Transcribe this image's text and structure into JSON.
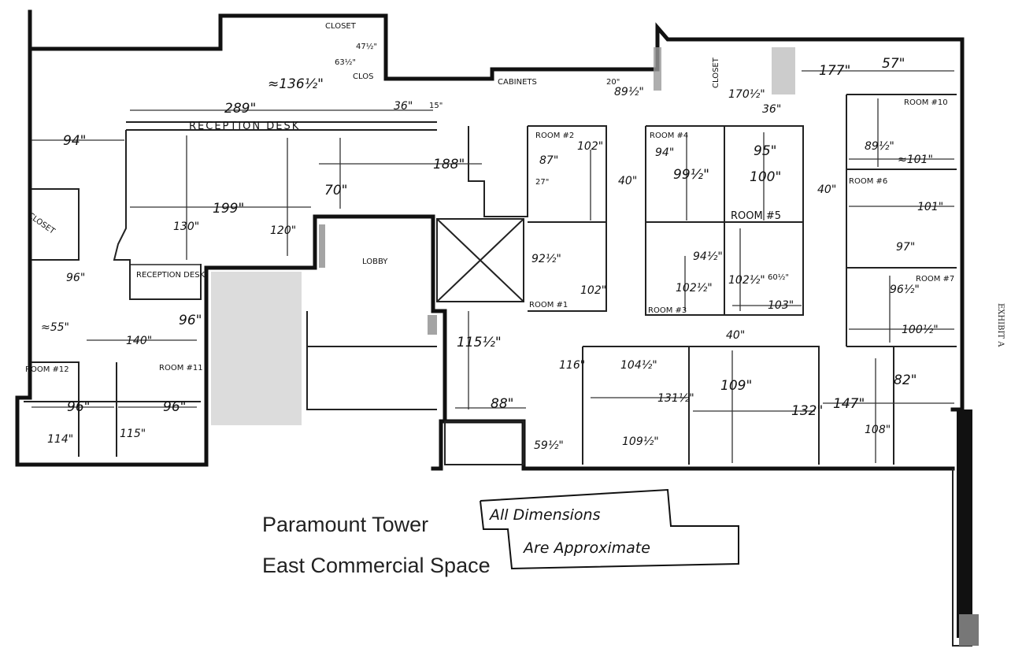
{
  "caption": {
    "line1": "Paramount Tower",
    "line2": "East Commercial Space"
  },
  "note": {
    "line1": "All Dimensions",
    "line2": "Are Approximate"
  },
  "exhibit": "EXHIBIT A",
  "areas": {
    "reception_desk_top": "RECEPTION DESK",
    "reception_desk": "RECEPTION DESK",
    "lobby": "LOBBY",
    "closet_left": "CLOSET",
    "closet_top": "CLOSET",
    "clos": "CLOS",
    "closet_right": "CLOSET",
    "cabinets": "CABINETS"
  },
  "rooms": {
    "r1": "ROOM #1",
    "r2": "ROOM #2",
    "r3": "ROOM #3",
    "r4": "ROOM #4",
    "r5": "ROOM #5",
    "r6": "ROOM #6",
    "r7": "ROOM #7",
    "r10": "ROOM #10",
    "r11": "ROOM #11",
    "r12": "ROOM #12"
  },
  "dims": {
    "d136": "≈136½\"",
    "d47": "47½\"",
    "d63": "63½\"",
    "d289": "289\"",
    "d36a": "36\"",
    "d15": "15\"",
    "d94a": "94\"",
    "d188": "188\"",
    "d70": "70\"",
    "d199": "199\"",
    "d130": "130\"",
    "d120": "120\"",
    "d96a": "96\"",
    "d55": "≈55\"",
    "d140": "140\"",
    "d96b": "96\"",
    "d96c": "96\"",
    "d96d": "96\"",
    "d114": "114\"",
    "d115a": "115\"",
    "d20": "20\"",
    "d89a": "89½\"",
    "d170": "170½\"",
    "d36b": "36\"",
    "d177": "177\"",
    "d57": "57\"",
    "d102a": "102\"",
    "d87": "87\"",
    "d27": "27\"",
    "d40a": "40\"",
    "d92": "92½\"",
    "d102b": "102\"",
    "d94b": "94\"",
    "d99": "99½\"",
    "d95": "95\"",
    "d100": "100\"",
    "d40b": "40\"",
    "d89b": "89½\"",
    "d101a": "≈101\"",
    "d101b": "101\"",
    "d97": "97\"",
    "d94c": "94½\"",
    "d102c": "102½\"",
    "d102d": "102½\"",
    "d60": "60½\"",
    "d103": "103\"",
    "d96e": "96½\"",
    "d100b": "100½\"",
    "d40c": "40\"",
    "d115b": "115½\"",
    "d88": "88\"",
    "d59": "59½\"",
    "d116": "116\"",
    "d104": "104½\"",
    "d131": "131½\"",
    "d109a": "109½\"",
    "d109b": "109\"",
    "d132": "132\"",
    "d147": "147\"",
    "d82": "82\"",
    "d108": "108\""
  }
}
